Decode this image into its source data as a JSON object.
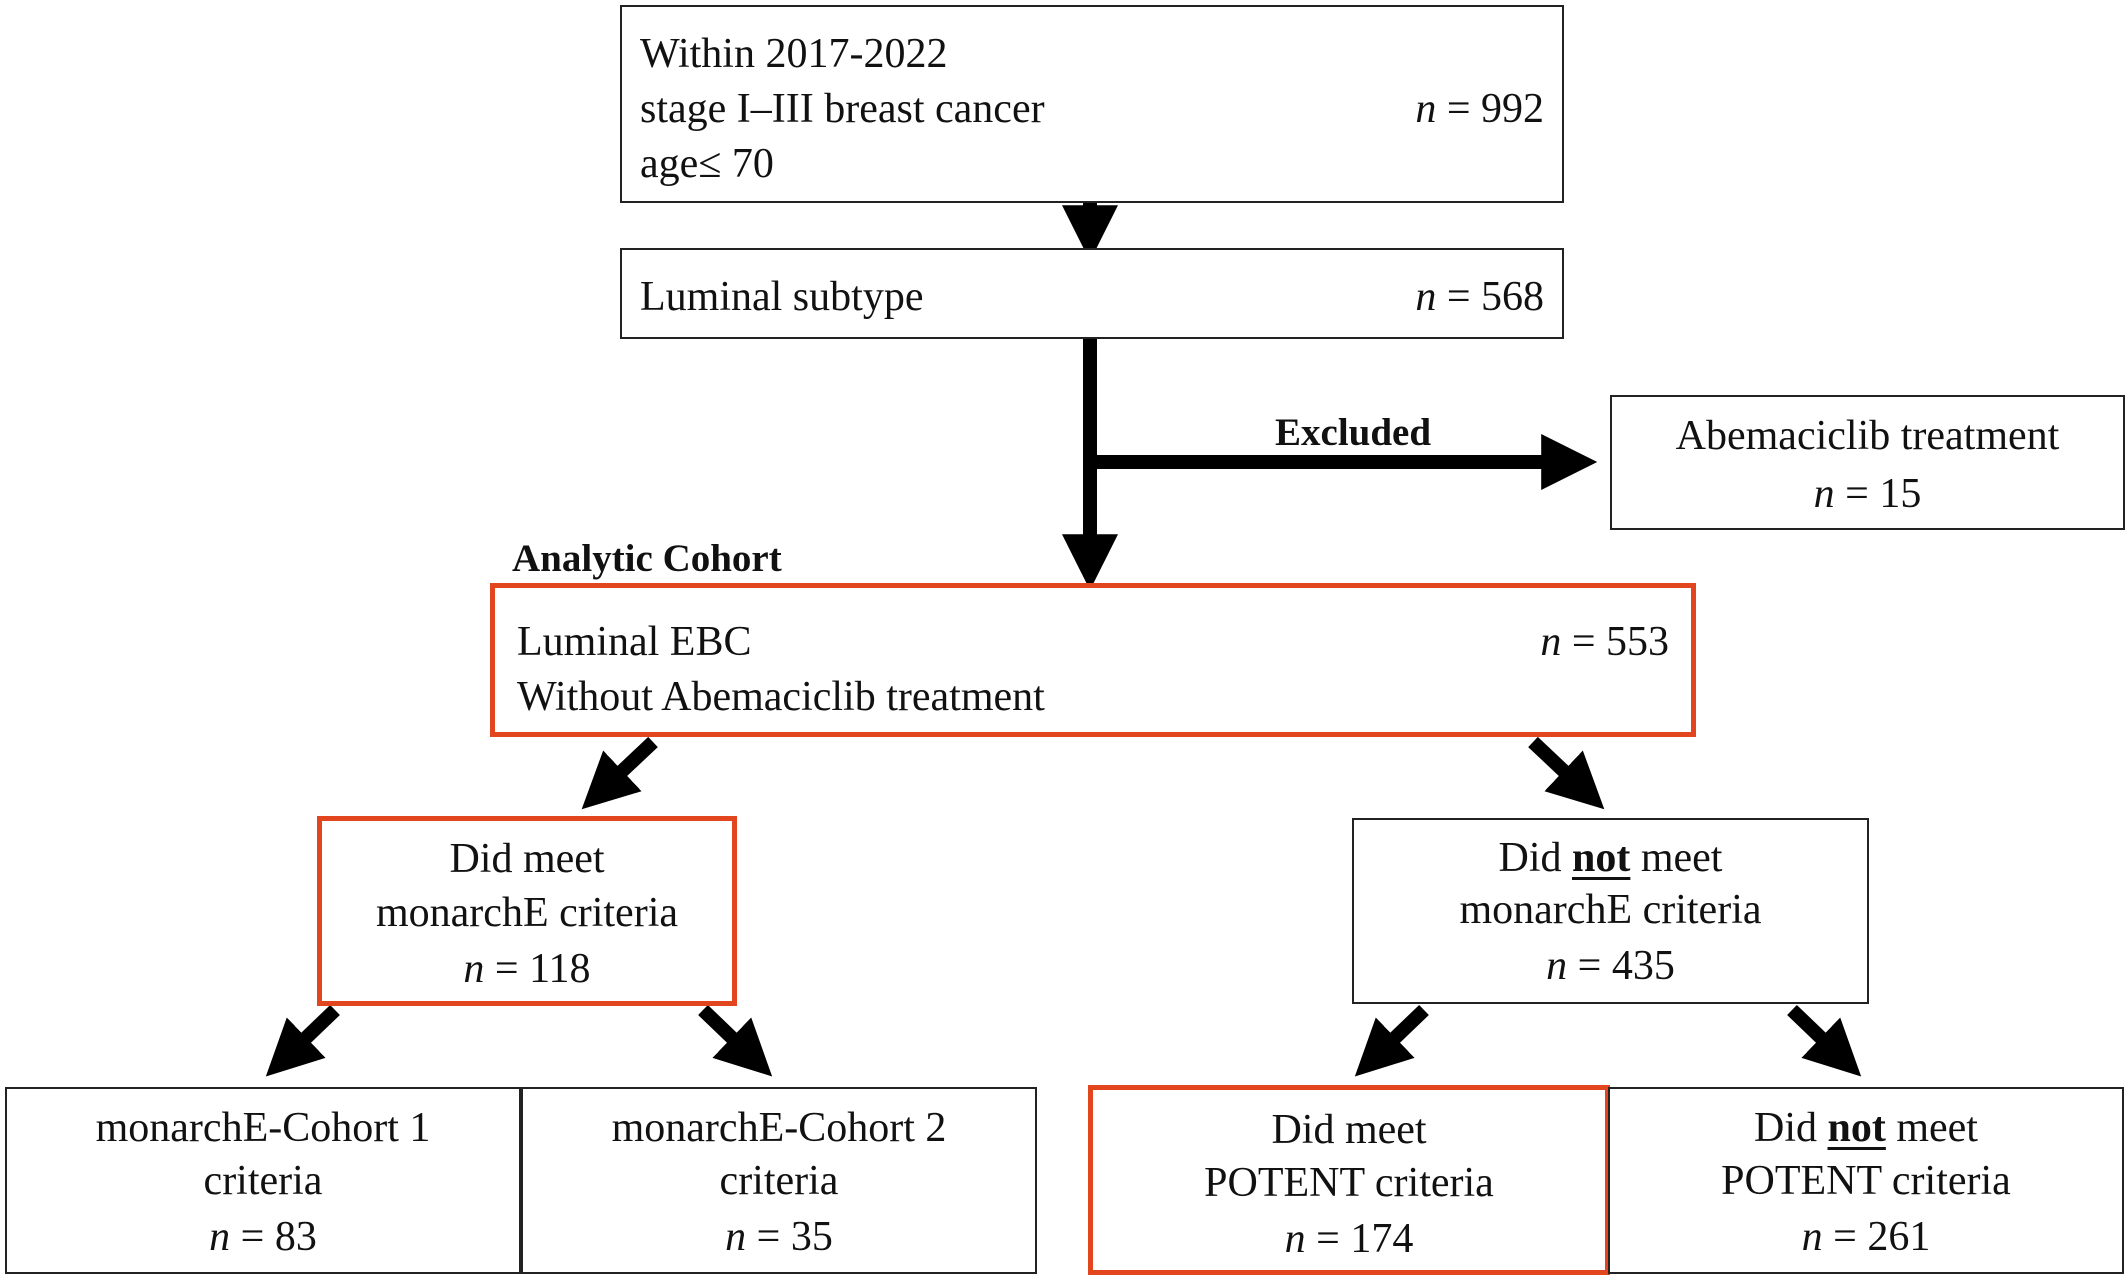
{
  "nodes": {
    "source": {
      "line1": "Within 2017-2022",
      "line2": "stage I–III breast cancer",
      "line3": "age≤ 70",
      "n_label": "n",
      "n_value": " = 992"
    },
    "luminal": {
      "line1": "Luminal subtype",
      "n_label": "n",
      "n_value": " = 568"
    },
    "excluded": {
      "line1": "Abemaciclib treatment",
      "n_label": "n",
      "n_value": " = 15"
    },
    "cohort": {
      "line1": "Luminal EBC",
      "line2": "Without Abemaciclib treatment",
      "n_label": "n",
      "n_value": " = 553"
    },
    "meet_monarche": {
      "line1": "Did meet",
      "line2": "monarchE criteria",
      "n_label": "n",
      "n_value": " = 118"
    },
    "not_meet_monarche": {
      "line1_pre": "Did ",
      "line1_emph": "not",
      "line1_post": " meet",
      "line2": "monarchE criteria",
      "n_label": "n",
      "n_value": " = 435"
    },
    "cohort1": {
      "line1": "monarchE-Cohort 1",
      "line2": "criteria",
      "n_label": "n",
      "n_value": " = 83"
    },
    "cohort2": {
      "line1": "monarchE-Cohort 2",
      "line2": "criteria",
      "n_label": "n",
      "n_value": " = 35"
    },
    "meet_potent": {
      "line1": "Did meet",
      "line2": "POTENT criteria",
      "n_label": "n",
      "n_value": " = 174"
    },
    "not_meet_potent": {
      "line1_pre": "Did ",
      "line1_emph": "not",
      "line1_post": " meet",
      "line2": "POTENT criteria",
      "n_label": "n",
      "n_value": " = 261"
    }
  },
  "labels": {
    "excluded": "Excluded",
    "analytic_cohort": "Analytic Cohort"
  },
  "colors": {
    "highlight_border": "#e2461e",
    "box_border": "#222222",
    "arrow": "#000000"
  }
}
